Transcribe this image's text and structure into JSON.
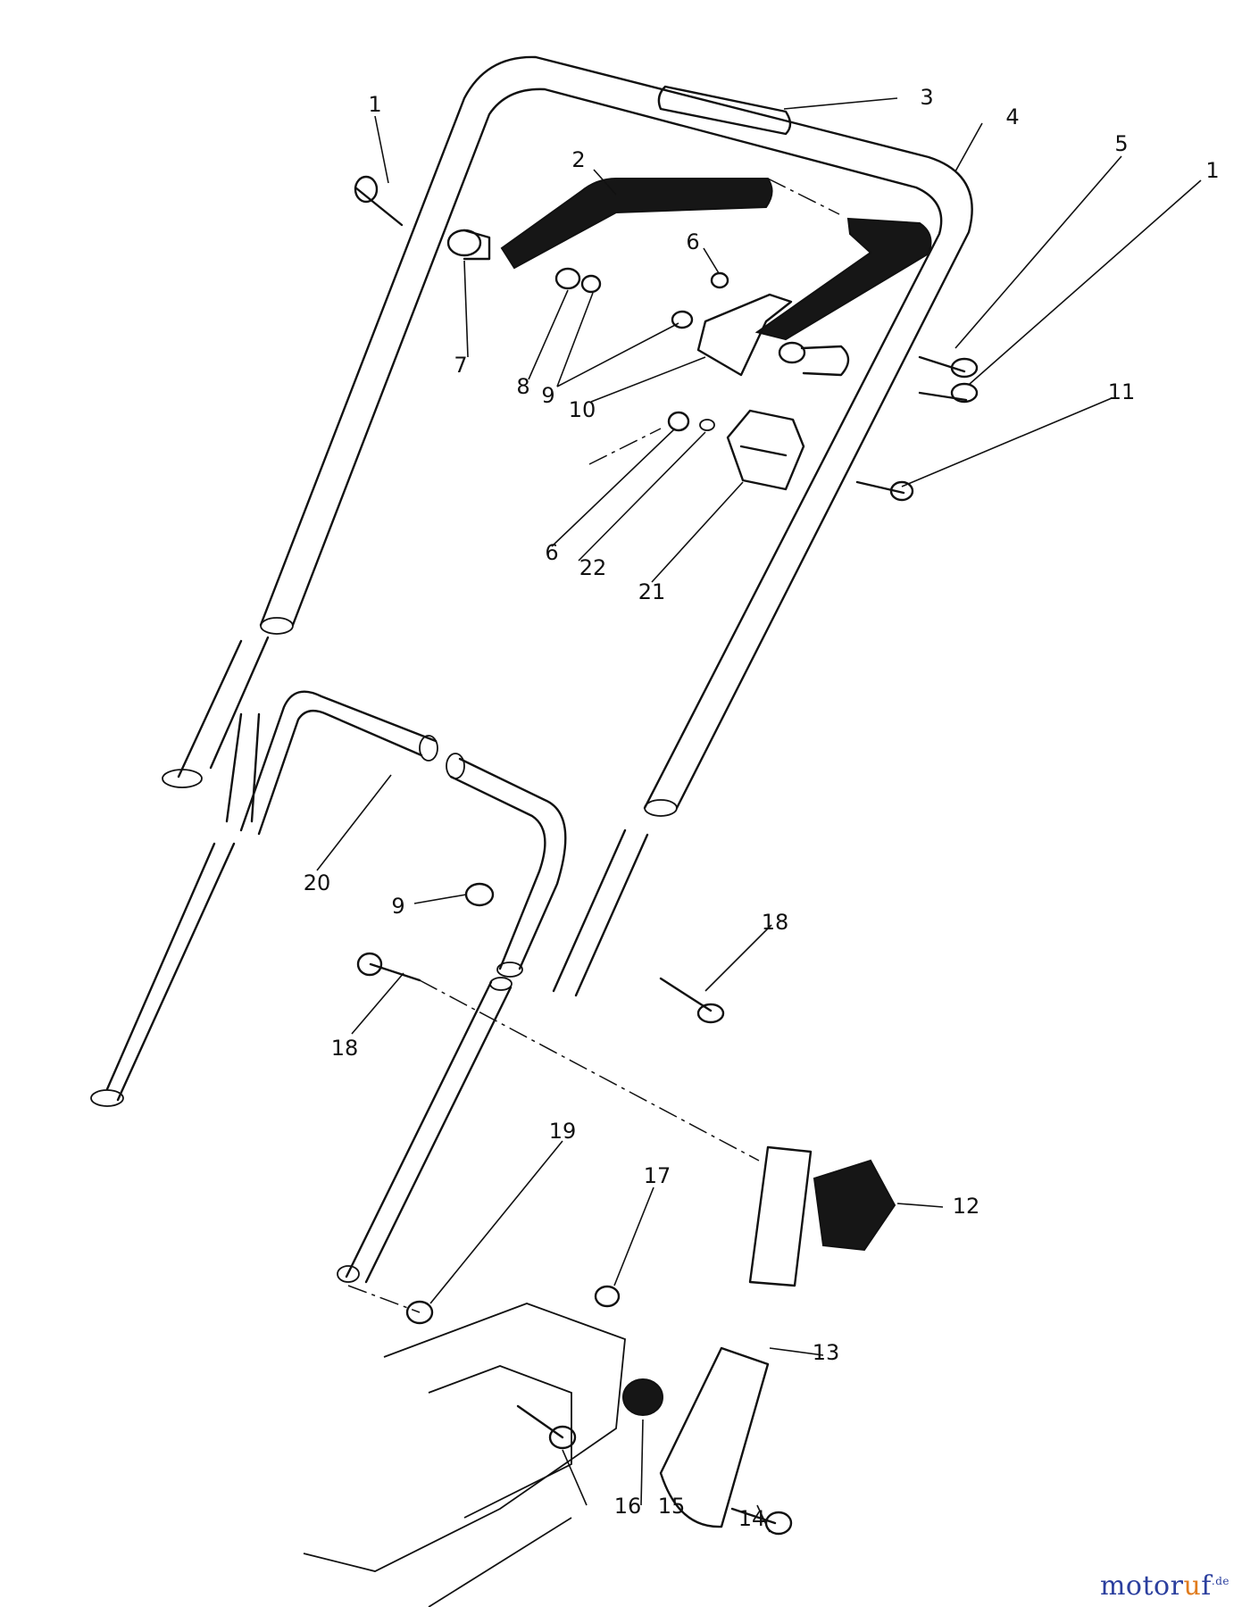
{
  "callouts": {
    "c1a": "1",
    "c1b": "1",
    "c2": "2",
    "c3": "3",
    "c4": "4",
    "c5": "5",
    "c6a": "6",
    "c6b": "6",
    "c7": "7",
    "c8": "8",
    "c9a": "9",
    "c9b": "9",
    "c10": "10",
    "c11": "11",
    "c12": "12",
    "c13": "13",
    "c14": "14",
    "c15": "15",
    "c16": "16",
    "c17": "17",
    "c18a": "18",
    "c18b": "18",
    "c19": "19",
    "c20": "20",
    "c21": "21",
    "c22": "22"
  },
  "watermark": {
    "name_a": "motor",
    "name_hl": "u",
    "name_b": "f",
    "tld": ".de"
  },
  "colors": {
    "ink": "#111111",
    "watermark_blue": "#2b3f9e",
    "watermark_orange": "#e07b1d"
  }
}
